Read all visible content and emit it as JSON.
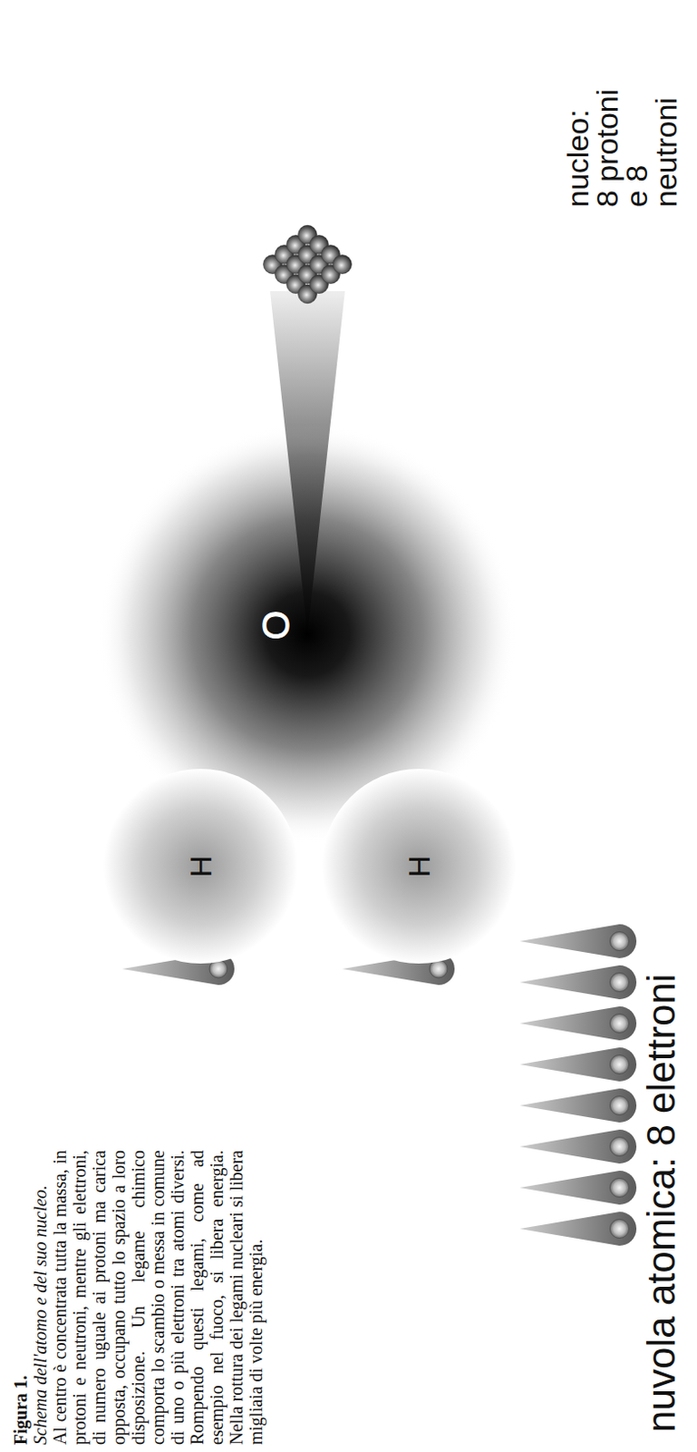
{
  "diagram": {
    "title": "Figura 1.",
    "caption": "Schema dell'atomo e del suo nucleo.",
    "nodes": [
      {
        "text": [
          "H"
        ]
      },
      {
        "text": [
          "H"
        ]
      },
      {
        "text": [
          "O"
        ]
      }
    ],
    "labels": [
      "Al centro è concentrata tutta la massa, in protoni e neutroni, mentre gli elettroni, di numero uguale ai protoni ma carica opposta, occupano tutto lo spazio a loro disposizione. Un legame chimico comporta lo scambio o messa in comune di uno o più elettroni tra atomi diversi. Rompendo questi legami, come ad esempio nel fuoco, si libera energia. Nella rottura dei legami nucleari si libera migliaia di volte più energia.",
      "nucleo: 8 protoni e 8 neutroni",
      "nuvola atomica: 8 elettroni"
    ]
  }
}
